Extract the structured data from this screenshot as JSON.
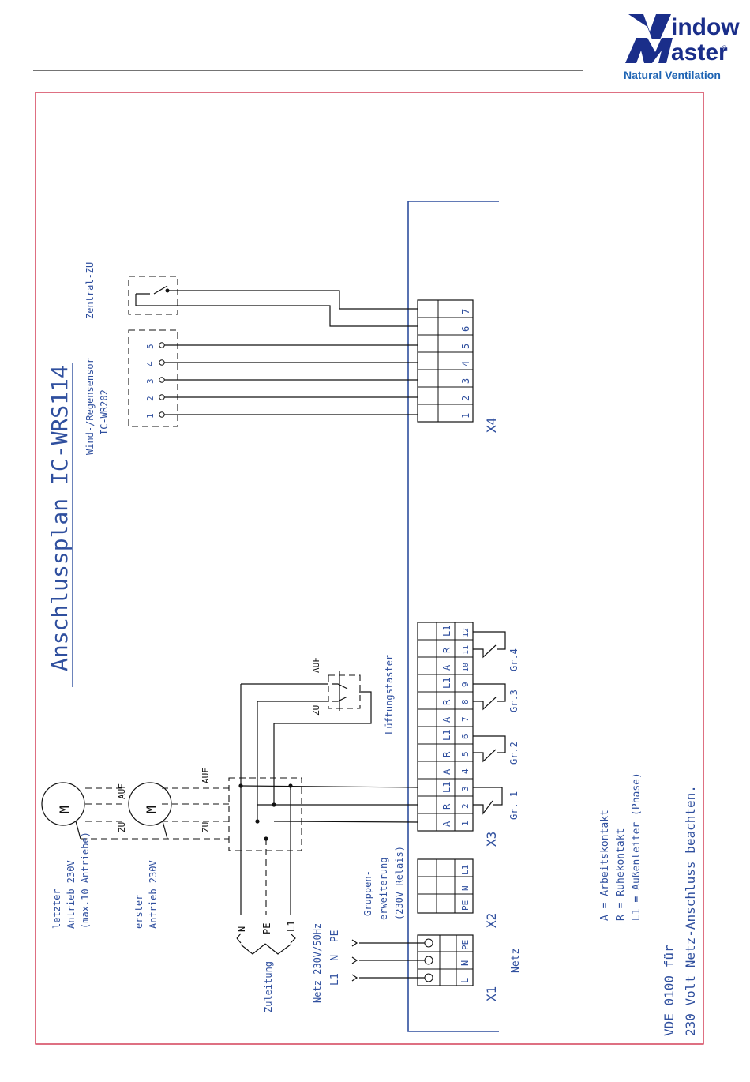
{
  "logo": {
    "line1": "indow",
    "line2": "aster",
    "registered": "®",
    "tagline": "Natural Ventilation",
    "brand_color": "#1a2e8a",
    "tagline_color": "#1e64b4"
  },
  "colors": {
    "frame": "#c8102e",
    "label_blue": "#2f4f9e",
    "wire": "#111111"
  },
  "title": "Anschlussplan IC-WRS114",
  "sensor": {
    "name": "Wind-/Regensensor",
    "model": "IC-WR202",
    "terminals": [
      "1",
      "2",
      "3",
      "4",
      "5"
    ]
  },
  "zentral": {
    "label": "Zentral-ZU"
  },
  "x4": {
    "label": "X4",
    "terminals": [
      "1",
      "2",
      "3",
      "4",
      "5",
      "6",
      "7"
    ]
  },
  "x3": {
    "label": "X3",
    "numbers": [
      "1",
      "2",
      "3",
      "4",
      "5",
      "6",
      "7",
      "8",
      "9",
      "10",
      "11",
      "12"
    ],
    "functions": [
      "A",
      "R",
      "L1",
      "A",
      "R",
      "L1",
      "A",
      "R",
      "L1",
      "A",
      "R",
      "L1"
    ],
    "groups": [
      "Gr. 1",
      "Gr.2",
      "Gr.3",
      "Gr.4"
    ]
  },
  "x2": {
    "label": "X2",
    "terminals": [
      "PE",
      "N",
      "L1"
    ],
    "note": [
      "Gruppen-",
      "erweiterung",
      "(230V Relais)"
    ]
  },
  "x1": {
    "label": "X1",
    "terminals": [
      "L",
      "N",
      "PE"
    ],
    "caption": "Netz"
  },
  "netz_feed": {
    "line1": "Netz 230V/50Hz",
    "line2": "L1  N  PE"
  },
  "zuleitung": {
    "label": "Zuleitung",
    "wires": [
      "N",
      "PE",
      "L1"
    ]
  },
  "taster": {
    "label": "Lüftungstaster",
    "auf": "AUF",
    "zu": "ZU"
  },
  "drives": {
    "auf": "AUF",
    "zu": "ZU",
    "motor": "M",
    "last_caption": [
      "letzter",
      "Antrieb 230V",
      "(max.10 Antriebe)"
    ],
    "first_caption": [
      "erster",
      "Antrieb 230V"
    ]
  },
  "legend": [
    "A = Arbeitskontakt",
    "R = Ruhekontakt",
    "L1 = Außenleiter (Phase)"
  ],
  "footnote": [
    "VDE 0100 für",
    "230 Volt Netz-Anschluss beachten."
  ]
}
